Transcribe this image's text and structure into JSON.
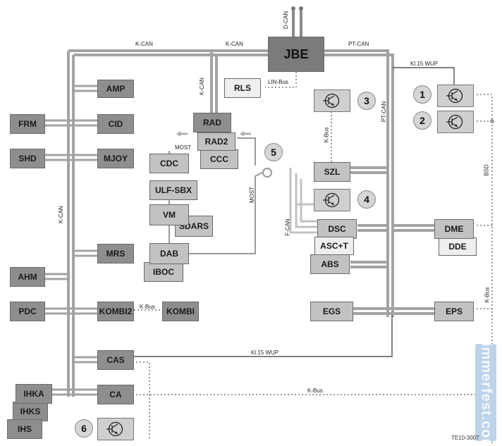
{
  "modules": {
    "jbe": "JBE",
    "amp": "AMP",
    "frm": "FRM",
    "cid": "CID",
    "shd": "SHD",
    "mjoy": "MJOY",
    "mrs": "MRS",
    "ahm": "AHM",
    "pdc": "PDC",
    "kombi2": "KOMBI2",
    "kombi": "KOMBI",
    "cas": "CAS",
    "ihka": "IHKA",
    "ca": "CA",
    "ihks": "IHKS",
    "ihs": "IHS",
    "rls": "RLS",
    "rad": "RAD",
    "rad2": "RAD2",
    "ccc": "CCC",
    "cdc": "CDC",
    "ulf_sbx": "ULF-SBX",
    "vm": "VM",
    "sdars": "SDARS",
    "dab": "DAB",
    "iboc": "IBOC",
    "szl": "SZL",
    "dsc": "DSC",
    "asc_t": "ASC+T",
    "abs": "ABS",
    "egs": "EGS",
    "dme": "DME",
    "dde": "DDE",
    "eps": "EPS"
  },
  "bus_labels": {
    "d_can": "D-CAN",
    "k_can_left": "K-CAN",
    "k_can_mid": "K-CAN",
    "pt_can_top": "PT-CAN",
    "k_can_vert_rad": "K-CAN",
    "lin_bus": "LIN-Bus",
    "kl15_wup_top": "Kl.15 WUP",
    "pt_can_vert": "PT-CAN",
    "k_bus_sensor3": "K-Bus",
    "bsd": "BSD",
    "most_top": "MOST",
    "most_vert": "MOST",
    "f_can": "F-CAN",
    "k_can_vert_left": "K-CAN",
    "k_bus_kombi": "K-Bus",
    "k_bus_right": "K-Bus",
    "kl15_wup_bottom": "Kl.15 WUP",
    "k_bus_bottom": "K-Bus"
  },
  "markers": {
    "m1": "1",
    "m2": "2",
    "m3": "3",
    "m4": "4",
    "m5": "5",
    "m6": "6"
  },
  "watermark": "bimmerfest.com",
  "ref_code": "TE10-3007"
}
